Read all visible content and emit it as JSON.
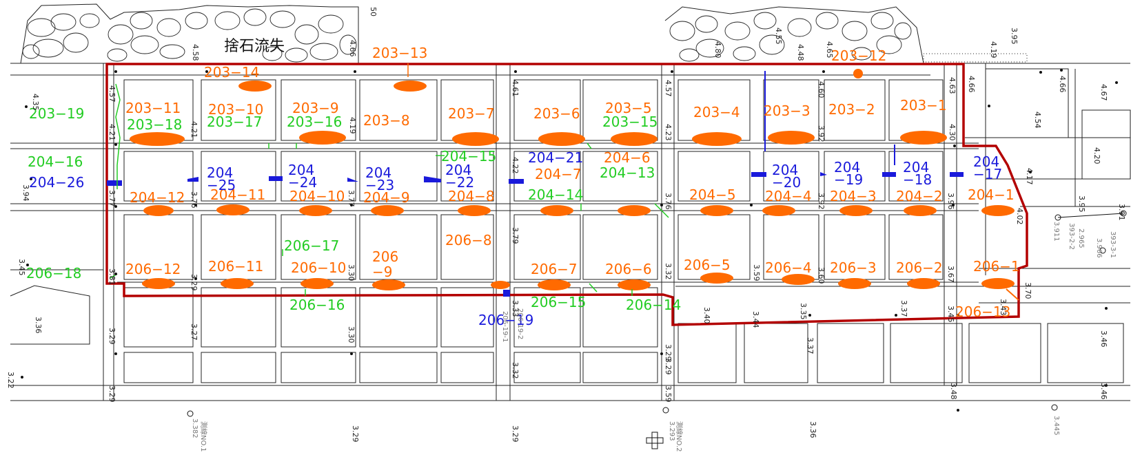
{
  "title": "捨石流失",
  "labels_orange": [
    "203−14",
    "203−13",
    "203−12",
    "203−11",
    "203−10",
    "203−9",
    "203−8",
    "203−7",
    "203−6",
    "203−5",
    "203−4",
    "203−3",
    "203−2",
    "203−1",
    "204−7",
    "204−6",
    "204−12",
    "204−11",
    "204−10",
    "204−9",
    "204−8",
    "204−5",
    "204−4",
    "204−3",
    "204−2",
    "204−1",
    "206−8",
    "206",
    "−9",
    "206−12",
    "206−11",
    "206−10",
    "206−7",
    "206−6",
    "206−5",
    "206−4",
    "206−3",
    "206−2",
    "206−1",
    "206−13"
  ],
  "labels_green": [
    "203−19",
    "203−18",
    "203−17",
    "203−16",
    "203−15",
    "204−16",
    "204−15",
    "204−14",
    "204−13",
    "206−18",
    "206−17",
    "206−16",
    "206−15",
    "206−14"
  ],
  "labels_blue": [
    "204−26",
    "204",
    "−25",
    "204",
    "−24",
    "204",
    "−23",
    "204",
    "−22",
    "204−21",
    "204",
    "−20",
    "204",
    "−19",
    "204",
    "−18",
    "204",
    "−17",
    "206−19"
  ],
  "elevations": [
    "4.35",
    "3.94",
    "3.45",
    "3.36",
    "3.22",
    "4.57",
    "4.21",
    "3.77",
    "3.81",
    "3.29",
    "3.29",
    "4.58",
    "4.21",
    "3.76",
    "3.29",
    "3.27",
    "4.66",
    "4.19",
    "3.77",
    "3.30",
    "3.30",
    "4.61",
    "4.22",
    "3.79",
    "3.33",
    "3.32",
    "4.57",
    "4.23",
    "3.76",
    "3.32",
    "3.29",
    "3.29",
    "3.59",
    "3.40",
    "3.44",
    "3.59",
    "4.60",
    "3.92",
    "3.92",
    "3.60",
    "3.35",
    "3.37",
    "4.63",
    "4.30",
    "3.96",
    "3.67",
    "3.45",
    "3.48",
    "3.37",
    "4.66",
    "4.66",
    "4.67",
    "4.54",
    "4.20",
    "4.17",
    "4.02",
    "3.95",
    "3.91",
    "3.70",
    "3.43",
    "3.46",
    "3.46",
    "4.55",
    "4.48",
    "4.80",
    "4.65",
    "3.95",
    "4.19",
    "50",
    "3.29",
    "3.29",
    "3.36"
  ],
  "survey_points": [
    "測線NO.1",
    "3.382",
    "測線NO.2",
    "3.293",
    "3.445",
    "393-3-1",
    "3.911",
    "393-2-2",
    "2.965",
    "3.966",
    "206-19-2",
    "206-19-1"
  ]
}
